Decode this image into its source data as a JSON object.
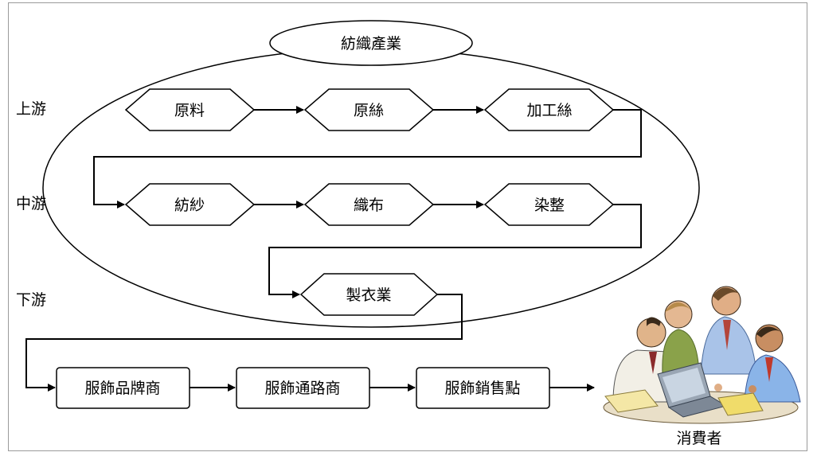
{
  "diagram": {
    "title": "紡織產業",
    "stages": {
      "upstream": "上游",
      "midstream": "中游",
      "downstream": "下游"
    },
    "nodes": {
      "raw_material": "原料",
      "raw_silk": "原絲",
      "processed_silk": "加工絲",
      "spinning": "紡紗",
      "weaving": "織布",
      "dyeing_finishing": "染整",
      "garment_industry": "製衣業",
      "apparel_brand": "服飾品牌商",
      "apparel_channel": "服飾通路商",
      "apparel_retail": "服飾銷售點",
      "consumer": "消費者"
    }
  },
  "colors": {
    "line": "#000000",
    "background": "#ffffff",
    "frame": "#9a9a9a"
  }
}
